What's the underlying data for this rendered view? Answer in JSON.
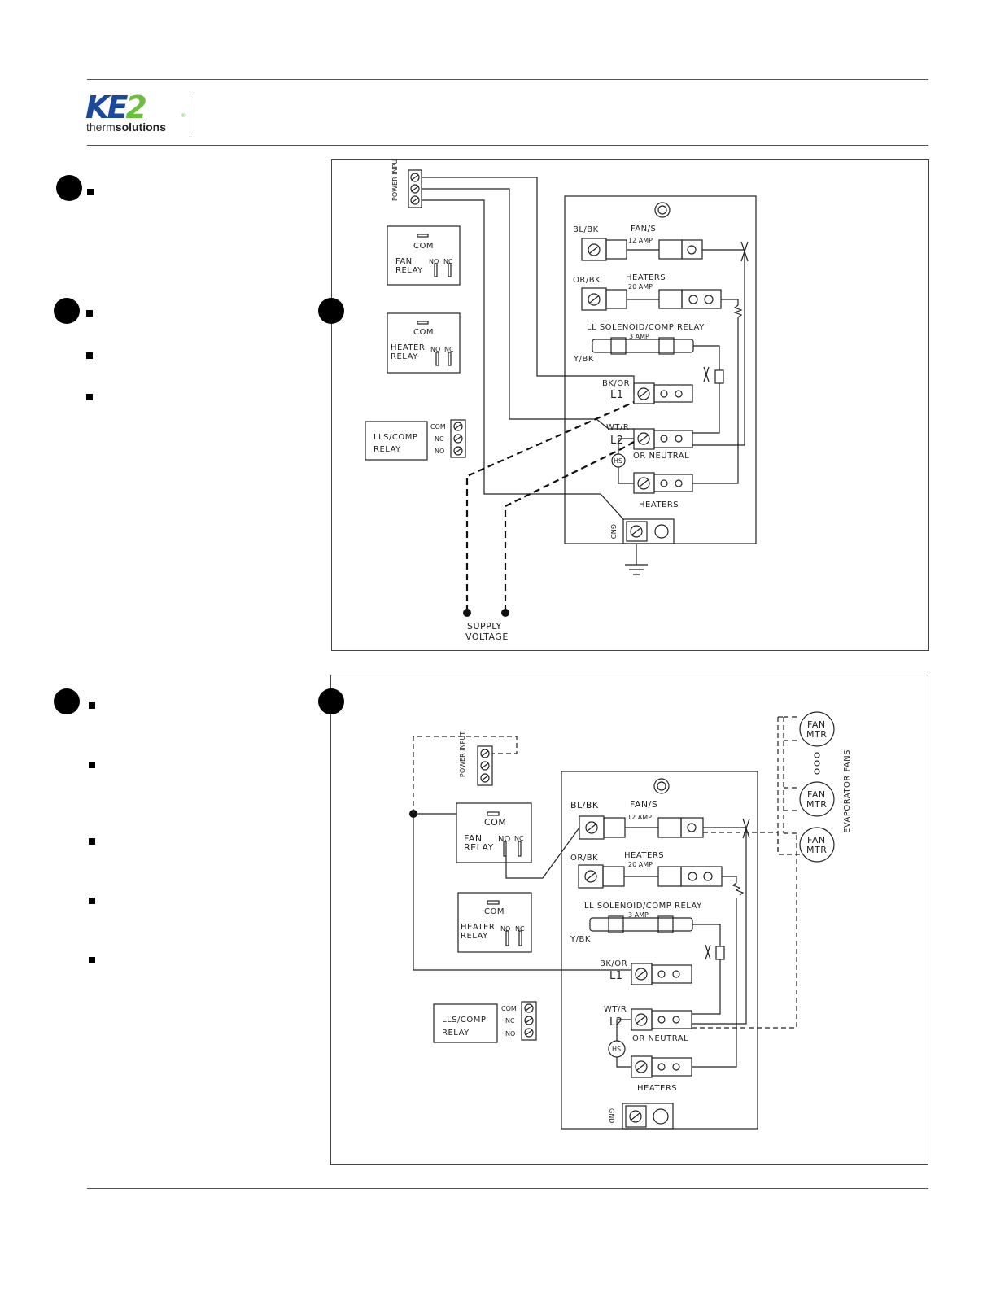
{
  "logo": {
    "brand": "KE2",
    "sub_thin": "therm",
    "sub_bold": "solutions"
  },
  "diagram1": {
    "power_input": "POWER INPUT",
    "fan_relay": [
      "COM",
      "FAN",
      "RELAY",
      "NO",
      "NC"
    ],
    "heater_relay": [
      "COM",
      "HEATER",
      "RELAY",
      "NO",
      "NC"
    ],
    "lls_relay": [
      "LLS/COMP",
      "RELAY",
      "COM",
      "NC",
      "NO"
    ],
    "fan_s": "FAN/S",
    "bl_bk": "BL/BK",
    "amp12": "12 AMP",
    "heaters_top": "HEATERS",
    "or_bk": "OR/BK",
    "amp20": "20 AMP",
    "ll_sol": "LL SOLENOID/COMP RELAY",
    "amp3": "3 AMP",
    "y_bk": "Y/BK",
    "bk_or": "BK/OR",
    "l1": "L1",
    "wt_r": "WT/R",
    "l2": "L2",
    "or_neutral": "OR NEUTRAL",
    "hs": "HS",
    "heaters_bottom": "HEATERS",
    "gnd": "GND",
    "supply": "SUPPLY",
    "voltage": "VOLTAGE"
  },
  "diagram2": {
    "power_input": "POWER INPUT",
    "fan_relay": [
      "COM",
      "FAN",
      "RELAY",
      "NO",
      "NC"
    ],
    "heater_relay": [
      "COM",
      "HEATER",
      "RELAY",
      "NO",
      "NC"
    ],
    "lls_relay": [
      "LLS/COMP",
      "RELAY",
      "COM",
      "NC",
      "NO"
    ],
    "fan_s": "FAN/S",
    "bl_bk": "BL/BK",
    "amp12": "12 AMP",
    "heaters_top": "HEATERS",
    "or_bk": "OR/BK",
    "amp20": "20 AMP",
    "ll_sol": "LL SOLENOID/COMP RELAY",
    "amp3": "3 AMP",
    "y_bk": "Y/BK",
    "bk_or": "BK/OR",
    "l1": "L1",
    "wt_r": "WT/R",
    "l2": "L2",
    "or_neutral": "OR NEUTRAL",
    "hs": "HS",
    "heaters_bottom": "HEATERS",
    "gnd": "GND",
    "fan": "FAN",
    "mtr": "MTR",
    "evap": "EVAPORATOR FANS"
  }
}
